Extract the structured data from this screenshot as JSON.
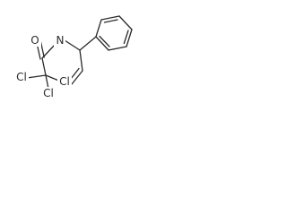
{
  "molecule": {
    "atoms": {
      "oxygen": "O",
      "nitrogen": "N",
      "chlorine_1": "Cl",
      "chlorine_2": "Cl",
      "chlorine_3": "Cl"
    }
  }
}
